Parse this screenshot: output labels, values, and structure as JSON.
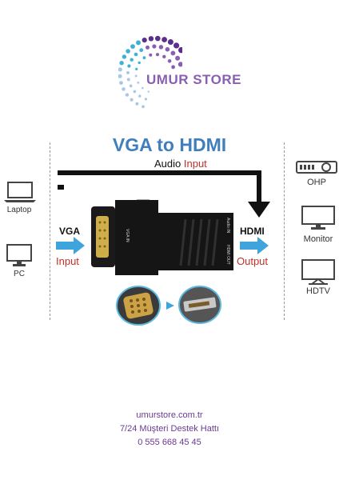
{
  "brand": {
    "name": "UMUR STORE",
    "accent_colors": [
      "#5b2d8e",
      "#8a5fb3",
      "#3fb1d6",
      "#a9c7e6"
    ]
  },
  "diagram": {
    "title": "VGA to HDMI",
    "audio_word": "Audio",
    "audio_input_word": "Input",
    "left_devices": [
      {
        "label": "Laptop",
        "icon": "laptop-icon"
      },
      {
        "label": "PC",
        "icon": "monitor-icon"
      }
    ],
    "right_devices": [
      {
        "label": "OHP",
        "icon": "projector-icon"
      },
      {
        "label": "Monitor",
        "icon": "monitor-icon"
      },
      {
        "label": "HDTV",
        "icon": "tv-icon"
      }
    ],
    "vga_label": "VGA",
    "vga_input_label": "Input",
    "hdmi_label": "HDMI",
    "hdmi_output_label": "Output",
    "adapter_port_labels": {
      "vga_in": "VGA IN",
      "audio_in": "Audio IN",
      "hdmi_out": "HDMI OUT"
    }
  },
  "footer": {
    "website": "umurstore.com.tr",
    "support_line": "7/24 Müşteri Destek Hattı",
    "phone": "0 555 668 45 45"
  }
}
